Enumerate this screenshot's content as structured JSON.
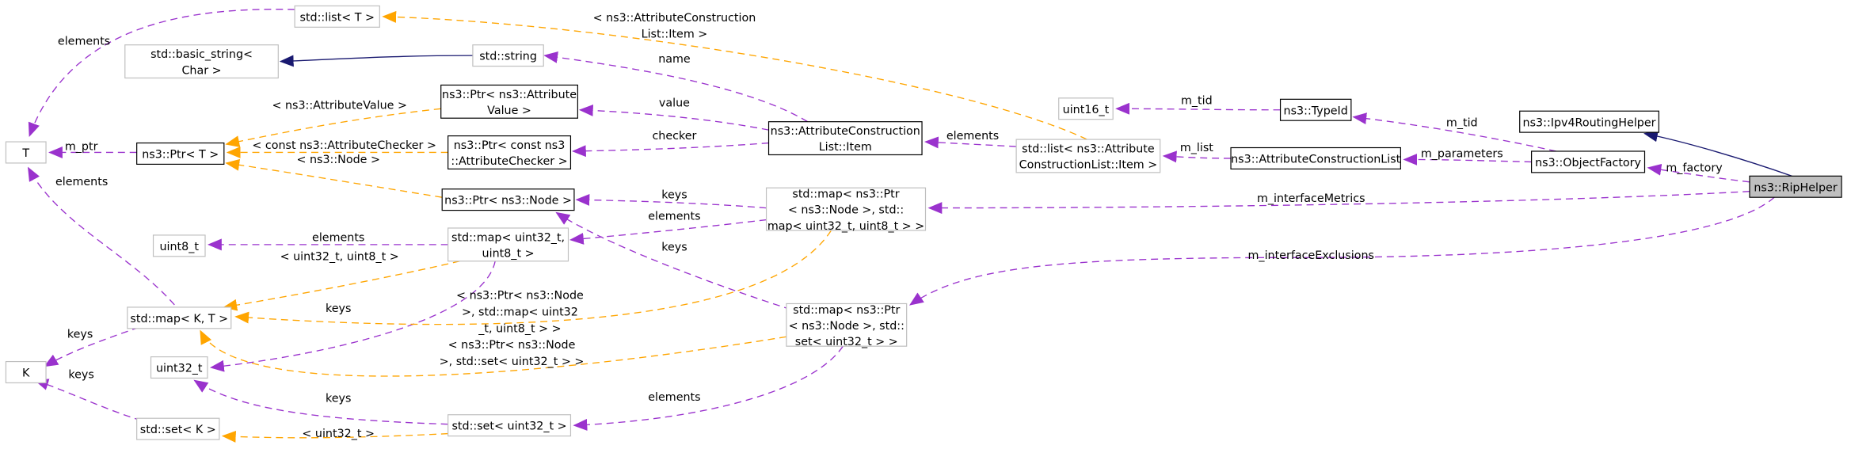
{
  "diagram": {
    "nodes": {
      "t": [
        "T"
      ],
      "k": [
        "K"
      ],
      "list_t": [
        "std::list< T >"
      ],
      "basic_string": [
        "std::basic_string<",
        "Char >"
      ],
      "string": [
        "std::string"
      ],
      "ptr_t": [
        "ns3::Ptr< T >"
      ],
      "ptr_attr_value": [
        "ns3::Ptr< ns3::Attribute",
        "Value >"
      ],
      "ptr_attr_checker": [
        "ns3::Ptr< const ns3",
        "::AttributeChecker >"
      ],
      "ptr_node": [
        "ns3::Ptr< ns3::Node >"
      ],
      "attr_cons_item": [
        "ns3::AttributeConstruction",
        "List::Item"
      ],
      "uint8": [
        "uint8_t"
      ],
      "map_u32_u8": [
        "std::map< uint32_t,",
        "uint8_t >"
      ],
      "map_kt": [
        "std::map< K, T >"
      ],
      "uint32": [
        "uint32_t"
      ],
      "set_k": [
        "std::set< K >"
      ],
      "set_u32": [
        "std::set< uint32_t >"
      ],
      "map_metrics": [
        "std::map< ns3::Ptr",
        "< ns3::Node >, std::",
        "map< uint32_t, uint8_t > >"
      ],
      "map_exclusions": [
        "std::map< ns3::Ptr",
        "< ns3::Node >, std::",
        "set< uint32_t > >"
      ],
      "list_item": [
        "std::list< ns3::Attribute",
        "ConstructionList::Item >"
      ],
      "uint16": [
        "uint16_t"
      ],
      "typeid": [
        "ns3::TypeId"
      ],
      "attr_cons_list": [
        "ns3::AttributeConstructionList"
      ],
      "ipv4_helper": [
        "ns3::Ipv4RoutingHelper"
      ],
      "object_factory": [
        "ns3::ObjectFactory"
      ],
      "rip_helper": [
        "ns3::RipHelper"
      ]
    },
    "edge_labels": {
      "list_t_t": [
        "elements"
      ],
      "ptrt_t": [
        "m_ptr"
      ],
      "mapkt_t": [
        "elements"
      ],
      "mapkt_k": [
        "keys"
      ],
      "setk_k": [
        "keys"
      ],
      "listitem_listt": [
        "< ns3::AttributeConstruction",
        "List::Item >"
      ],
      "item_string": [
        "name"
      ],
      "item_value": [
        "value"
      ],
      "item_checker": [
        "checker"
      ],
      "value_ptrt": [
        "< ns3::AttributeValue >"
      ],
      "checker_ptrt": [
        "< const ns3::AttributeChecker >"
      ],
      "node_ptrt": [
        "< ns3::Node >"
      ],
      "metrics_node": [
        "keys"
      ],
      "metrics_map": [
        "elements"
      ],
      "excl_node": [
        "keys"
      ],
      "mapu_uint8": [
        "elements"
      ],
      "mapu_mapkt": [
        "< uint32_t, uint8_t >"
      ],
      "mapu_uint32": [
        "keys"
      ],
      "metrics_mapkt": [
        "< ns3::Ptr< ns3::Node",
        ">, std::map< uint32",
        "_t, uint8_t > >"
      ],
      "excl_mapkt": [
        "< ns3::Ptr< ns3::Node",
        ">, std::set< uint32_t > >"
      ],
      "set_uint32": [
        "keys"
      ],
      "excl_set": [
        "elements"
      ],
      "set_setk": [
        "< uint32_t >"
      ],
      "listitem_item": [
        "elements"
      ],
      "typeid_uint16": [
        "m_tid"
      ],
      "list_listitem": [
        "m_list"
      ],
      "factory_typeid": [
        "m_tid"
      ],
      "factory_list": [
        "m_parameters"
      ],
      "rip_factory": [
        "m_factory"
      ],
      "rip_metrics": [
        "m_interfaceMetrics"
      ],
      "rip_exclusions": [
        "m_interfaceExclusions"
      ]
    }
  },
  "colors": {
    "member_edge": "#9a32cd",
    "template_edge": "#ffa500",
    "inheritance_edge": "#191970",
    "focus_fill": "#bfbfbf",
    "grey_border": "#bfbfbf"
  }
}
